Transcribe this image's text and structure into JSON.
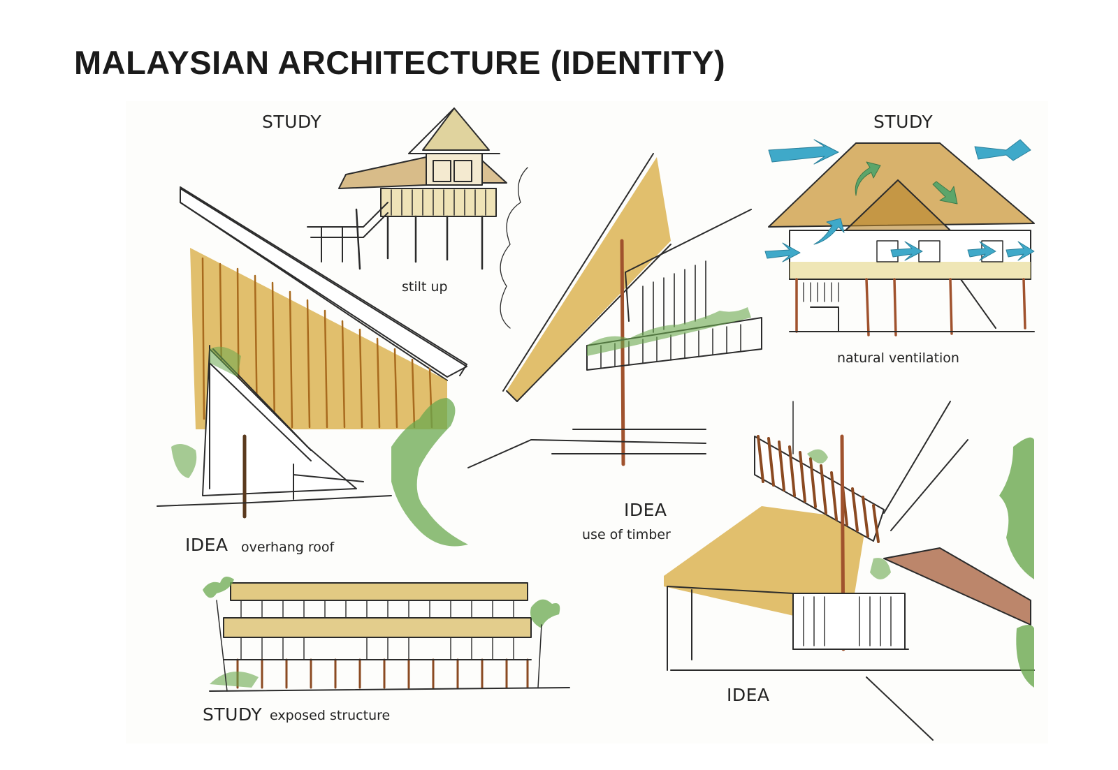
{
  "title": "MALAYSIAN ARCHITECTURE (IDENTITY)",
  "labels": {
    "study_stilt": "STUDY",
    "stilt_up": "stilt up",
    "study_ventilation": "STUDY",
    "natural_ventilation": "natural ventilation",
    "idea_overhang": "IDEA",
    "overhang_roof": "overhang roof",
    "idea_timber": "IDEA",
    "use_of_timber": "use of timber",
    "study_structure": "STUDY",
    "exposed_structure": "exposed structure",
    "idea_bottom_right": "IDEA"
  },
  "colors": {
    "ochre": "#d9a93a",
    "timber_brown": "#a0522d",
    "foliage_green": "#6aa84f",
    "arrow_blue": "#3fa9c9",
    "ink": "#2b2b2b"
  }
}
